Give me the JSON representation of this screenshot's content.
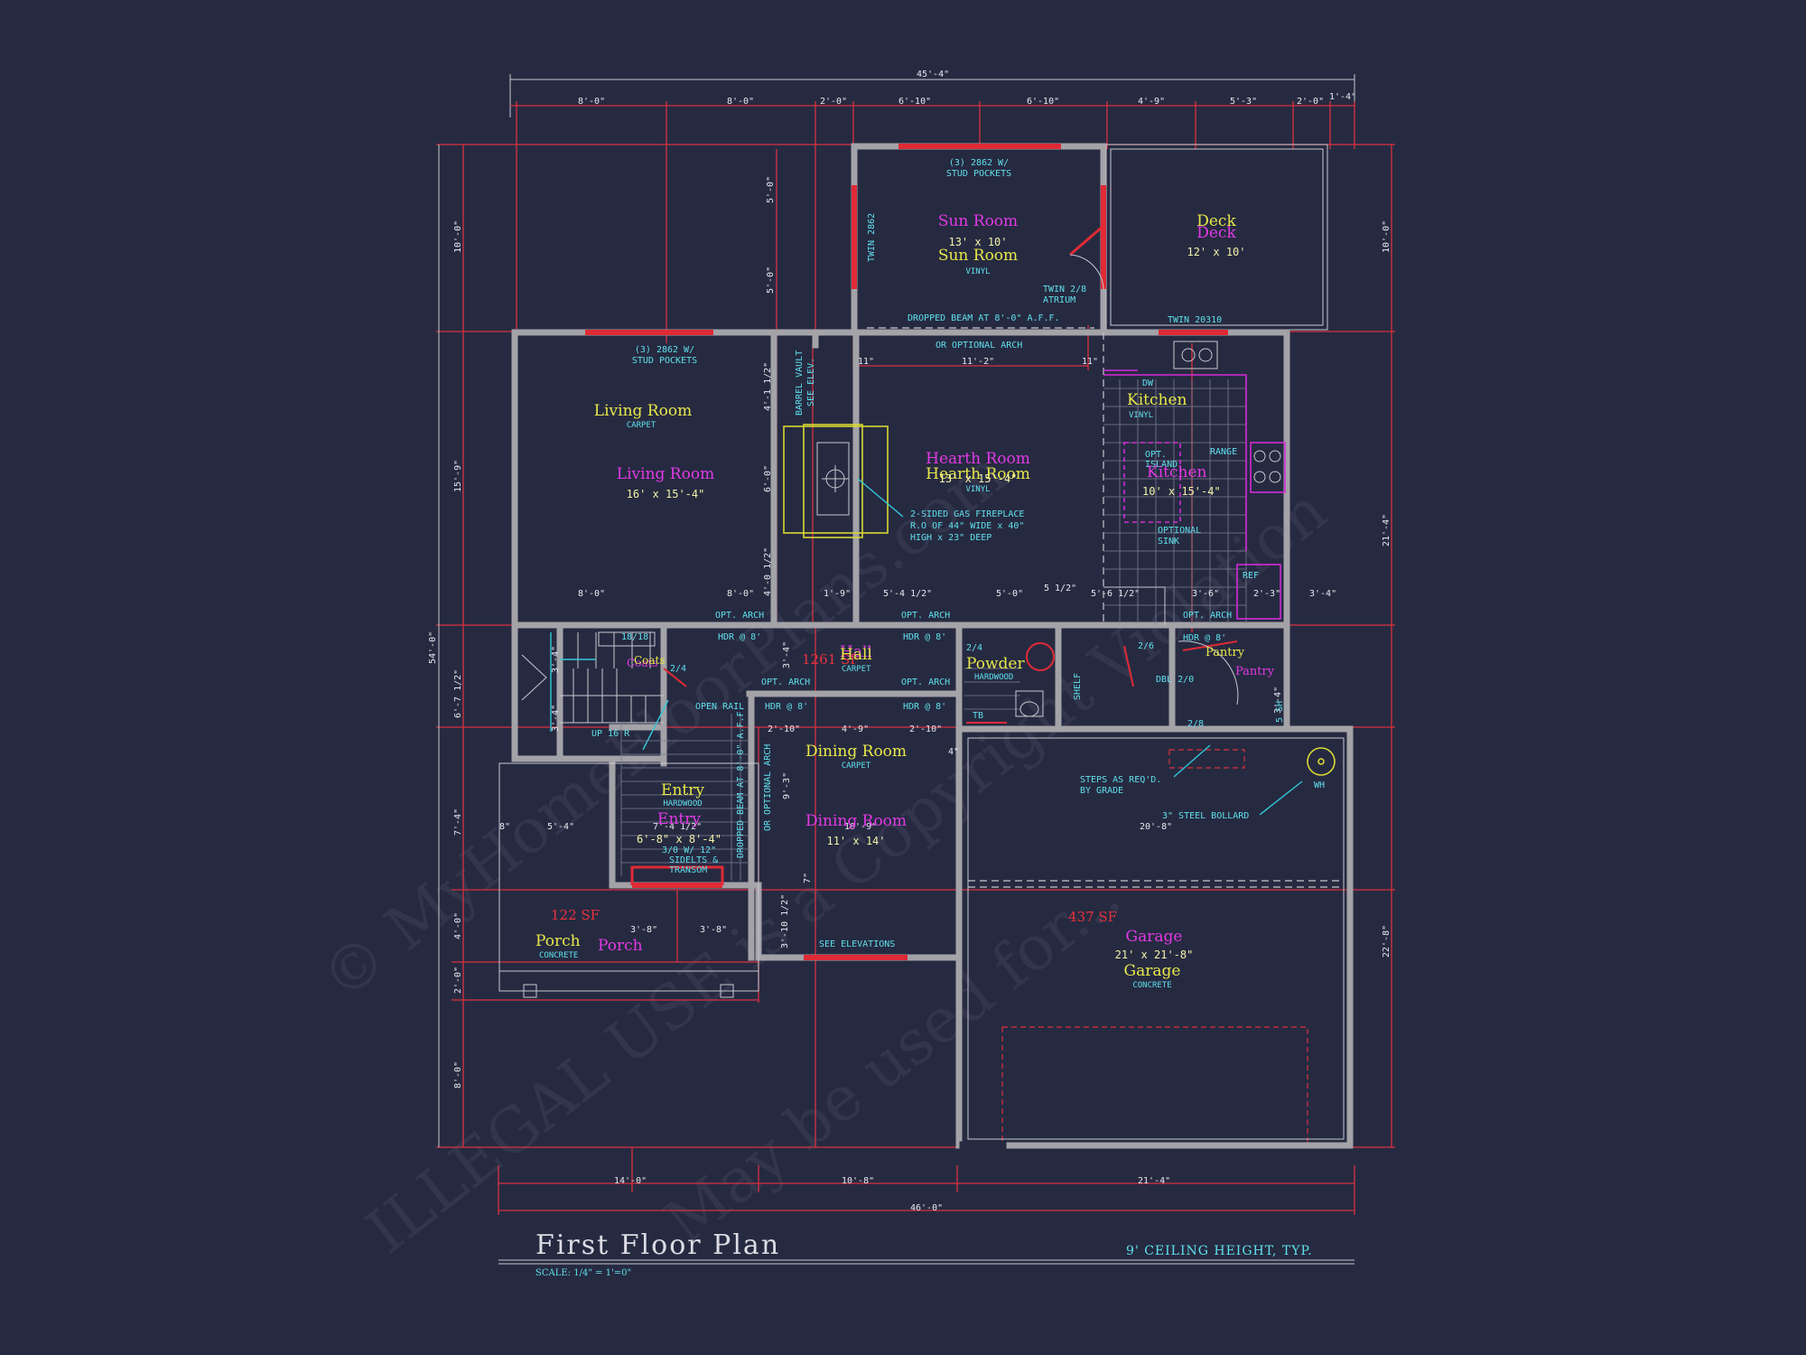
{
  "watermark": {
    "line1": "© MyHomeFloorPlans.com",
    "line2": "ILLEGAL USE is a Copyright Violation",
    "line3": "May be used for..."
  },
  "title_block": {
    "title": "First Floor Plan",
    "scale": "SCALE: 1/4\" = 1'=0\"",
    "ceiling": "9' CEILING HEIGHT, TYP."
  },
  "dimensions": {
    "overall_top": "45'-4\"",
    "top": [
      "8'-0\"",
      "8'-0\"",
      "2'-0\"",
      "6'-10\"",
      "6'-10\"",
      "4'-9\"",
      "5'-3\"",
      "2'-0\"",
      "1'-4\""
    ],
    "overall_bottom": "46'-0\"",
    "bottom": [
      "14'-0\"",
      "10'-8\"",
      "21'-4\""
    ],
    "overall_left": "54'-0\"",
    "left": [
      "10'-0\"",
      "15'-9\"",
      "6'-7 1/2\"",
      "7'-4\"",
      "4'-0\"",
      "2'-0\"",
      "8'-0\""
    ],
    "right": [
      "10'-0\"",
      "21'-4\"",
      "22'-8\""
    ],
    "interior": {
      "v_5_0_a": "5'-0\"",
      "v_5_0_b": "5'-0\"",
      "v_4_1_half": "4'-1 1/2\"",
      "v_6_0": "6'-0\"",
      "v_4_0_half": "4'-0 1/2\"",
      "v_3_4_a": "3'-4\"",
      "v_3_4_b": "3'-4\"",
      "v_3_4_c": "3'-4\"",
      "v_3_4_d": "3'-4\"",
      "v_9_3": "9'-3\"",
      "v_7": "7\"",
      "v_3_10_half": "3'-10 1/2\"",
      "h_11_a": "11\"",
      "h_11_2": "11'-2\"",
      "h_11_b": "11\"",
      "row_8_0_a": "8'-0\"",
      "row_8_0_b": "8'-0\"",
      "row_1_9": "1'-9\"",
      "row_5_4_half": "5'-4 1/2\"",
      "row_5_0": "5'-0\"",
      "row_5_half": "5 1/2\"",
      "row_5_6_half": "5'-6 1/2\"",
      "row_3_6": "3'-6\"",
      "row_2_3": "2'-3\"",
      "row_3_4": "3'-4\"",
      "h_2_10_a": "2'-10\"",
      "h_4_9": "4'-9\"",
      "h_2_10_b": "2'-10\"",
      "h_4": "4\"",
      "h_5_4": "5'-4\"",
      "h_8": "8\"",
      "h_7_4_half": "7'-4 1/2\"",
      "h_10_9": "10'-9\"",
      "h_20_8": "20'-8\"",
      "h_3_8_a": "3'-8\"",
      "h_3_8_b": "3'-8\""
    }
  },
  "rooms": {
    "sun_room": {
      "name": "Sun Room",
      "size": "13' x 10'",
      "floor": "VINYL"
    },
    "deck": {
      "name": "Deck",
      "size": "12' x 10'"
    },
    "living_room": {
      "name": "Living Room",
      "size": "16' x 15'-4\"",
      "floor": "CARPET"
    },
    "hearth_room": {
      "name": "Hearth Room",
      "size": "13' x 15'-4\"",
      "floor": "VINYL"
    },
    "kitchen": {
      "name": "Kitchen",
      "size": "10' x 15'-4\"",
      "floor": "VINYL"
    },
    "hall": {
      "name": "Hall",
      "floor": "CARPET",
      "area": "1261 SF"
    },
    "coats": {
      "name": "Coats"
    },
    "powder": {
      "name": "Powder",
      "floor": "HARDWOOD"
    },
    "pantry": {
      "name": "Pantry"
    },
    "entry": {
      "name": "Entry",
      "size": "6'-8\" x 8'-4\"",
      "floor": "HARDWOOD"
    },
    "dining_room": {
      "name": "Dining Room",
      "size": "11' x 14'",
      "floor": "CARPET"
    },
    "porch": {
      "name": "Porch",
      "floor": "CONCRETE",
      "area": "122 SF"
    },
    "garage": {
      "name": "Garage",
      "size": "21' x 21'-8\"",
      "floor": "CONCRETE",
      "area": "437 SF"
    }
  },
  "notes": {
    "sun_windows": "(3) 2862 W/",
    "sun_windows2": "STUD POCKETS",
    "living_windows": "(3) 2862 W/",
    "living_windows2": "STUD POCKETS",
    "twin_2862": "TWIN 2862",
    "twin_atrium": "TWIN 2/8",
    "twin_atrium2": "ATRIUM",
    "dropped_beam": "DROPPED BEAM AT 8'-0\" A.F.F.",
    "optional_arch": "OR OPTIONAL ARCH",
    "twin_20310": "TWIN 20310",
    "barrel_vault": "BARREL VAULT",
    "see_elev": "SEE ELEV.",
    "fireplace1": "2-SIDED GAS FIREPLACE",
    "fireplace2": "R.O OF 44\" WIDE x 40\"",
    "fireplace3": "HIGH x 23\" DEEP",
    "dw": "DW",
    "opt_island1": "OPT.",
    "opt_island2": "ISLAND",
    "range": "RANGE",
    "optional_sink1": "OPTIONAL",
    "optional_sink2": "SINK",
    "ref": "REF",
    "opt_arch_1": "OPT. ARCH",
    "opt_arch_2": "OPT. ARCH",
    "opt_arch_3": "OPT. ARCH",
    "opt_arch_4": "OPT. ARCH",
    "opt_arch_5": "OPT. ARCH",
    "hdr_1": "HDR @ 8'",
    "hdr_2": "HDR @ 8'",
    "hdr_3": "HDR @ 8'",
    "hdr_4": "HDR @ 8'",
    "hdr_5": "HDR @ 8'",
    "stair_18": "18/18",
    "stair_up": "UP 16 R",
    "open_rail": "OPEN RAIL",
    "door_24": "2/4",
    "door_26": "2/6",
    "dbl_20": "DBL 2/0",
    "door_28": "2/8",
    "shelf": "SHELF",
    "sh5": "5 SH",
    "tb": "TB",
    "wh": "WH",
    "steps1": "STEPS AS REQ'D.",
    "steps2": "BY GRADE",
    "bollard": "3\" STEEL BOLLARD",
    "entry_dropped": "DROPPED BEAM AT 8'-0\" A.F.F.",
    "entry_optarch": "OR OPTIONAL ARCH",
    "entry_door1": "3/0 W/ 12\"",
    "entry_door2": "SIDELTS &",
    "entry_door3": "TRANSOM",
    "see_elevations": "SEE ELEVATIONS"
  },
  "colors": {
    "background": "#262a41",
    "wall": "#a3a3a8",
    "dimension": "#d93040",
    "room_label_yellow": "#e8e84a",
    "room_label_magenta": "#e23ae4",
    "note_cyan": "#5fe0ec",
    "area_red": "#e8323e"
  }
}
